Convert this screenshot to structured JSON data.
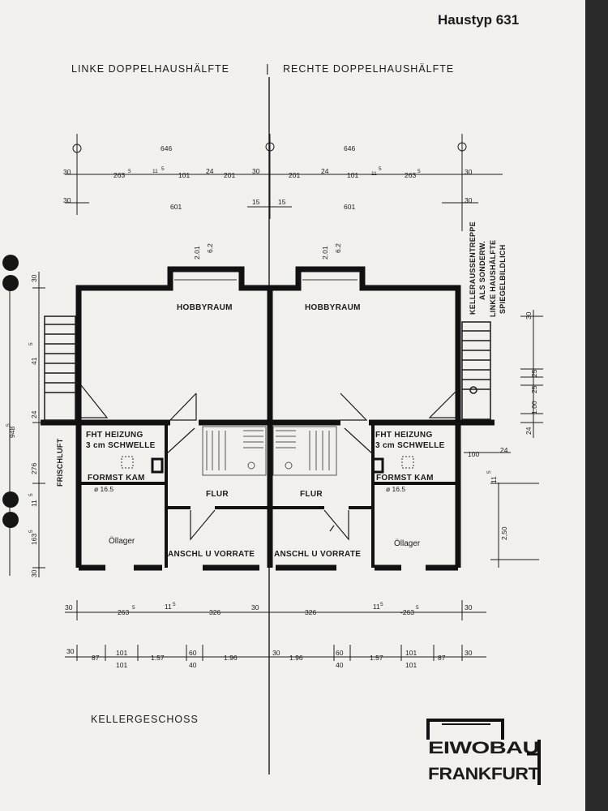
{
  "header": {
    "title": "Haustyp 631"
  },
  "plan": {
    "left_half": "LINKE DOPPELHAUSHÄLFTE",
    "separator": "|",
    "right_half": "RECHTE DOPPELHAUSHÄLFTE",
    "floor_name": "KELLERGESCHOSS"
  },
  "rooms": {
    "hobby": "HOBBYRAUM",
    "heating_line1": "FHT HEIZUNG",
    "heating_line2": "3 cm SCHWELLE",
    "chimney": "FORMST KAM",
    "chimney_size": "ø 16.5",
    "hall": "FLUR",
    "oil": "Öllager",
    "storage": "ANSCHL U VORRATE"
  },
  "notes": {
    "fresh_air": "FRISCHLUFT",
    "stair_note_1": "KELLERAUSSENTREPPE",
    "stair_note_2": "ALS SONDERW.",
    "mirror_note_1": "LINKE HAUSHÄLFTE",
    "mirror_note_2": "SPIEGELBILDLICH"
  },
  "dimensions": {
    "top_total": "646",
    "top_inner": "601",
    "top_row": [
      "30",
      "263",
      "5",
      "11",
      "5",
      "101",
      "24",
      "201",
      "30",
      "201",
      "24",
      "101",
      "11",
      "5",
      "263",
      "5",
      "30"
    ],
    "top_row2": [
      "30",
      "15",
      "15",
      "30"
    ],
    "bay": [
      "2.01",
      "6.2"
    ],
    "left_column": [
      "30",
      "41",
      "5",
      "24",
      "948",
      "5",
      "276",
      "11",
      "5",
      "163",
      "5",
      "30"
    ],
    "right_column": [
      "30",
      "25",
      "25",
      "1.00",
      "24",
      "100",
      "24",
      "11",
      "5",
      "2,50"
    ],
    "bottom_row1": [
      "30",
      "263",
      "5",
      "11",
      "5",
      "326",
      "30",
      "326",
      "11",
      "5",
      "-263",
      "5",
      "30"
    ],
    "bottom_row2": [
      "30",
      "87",
      "101",
      "101",
      "1.57",
      "60",
      "40",
      "1.96",
      "30",
      "1.96",
      "60",
      "40",
      "1.57",
      "101",
      "101",
      "87",
      "30"
    ]
  },
  "logo": {
    "line1": "EIWOBAU",
    "line2": "FRANKFURT"
  }
}
